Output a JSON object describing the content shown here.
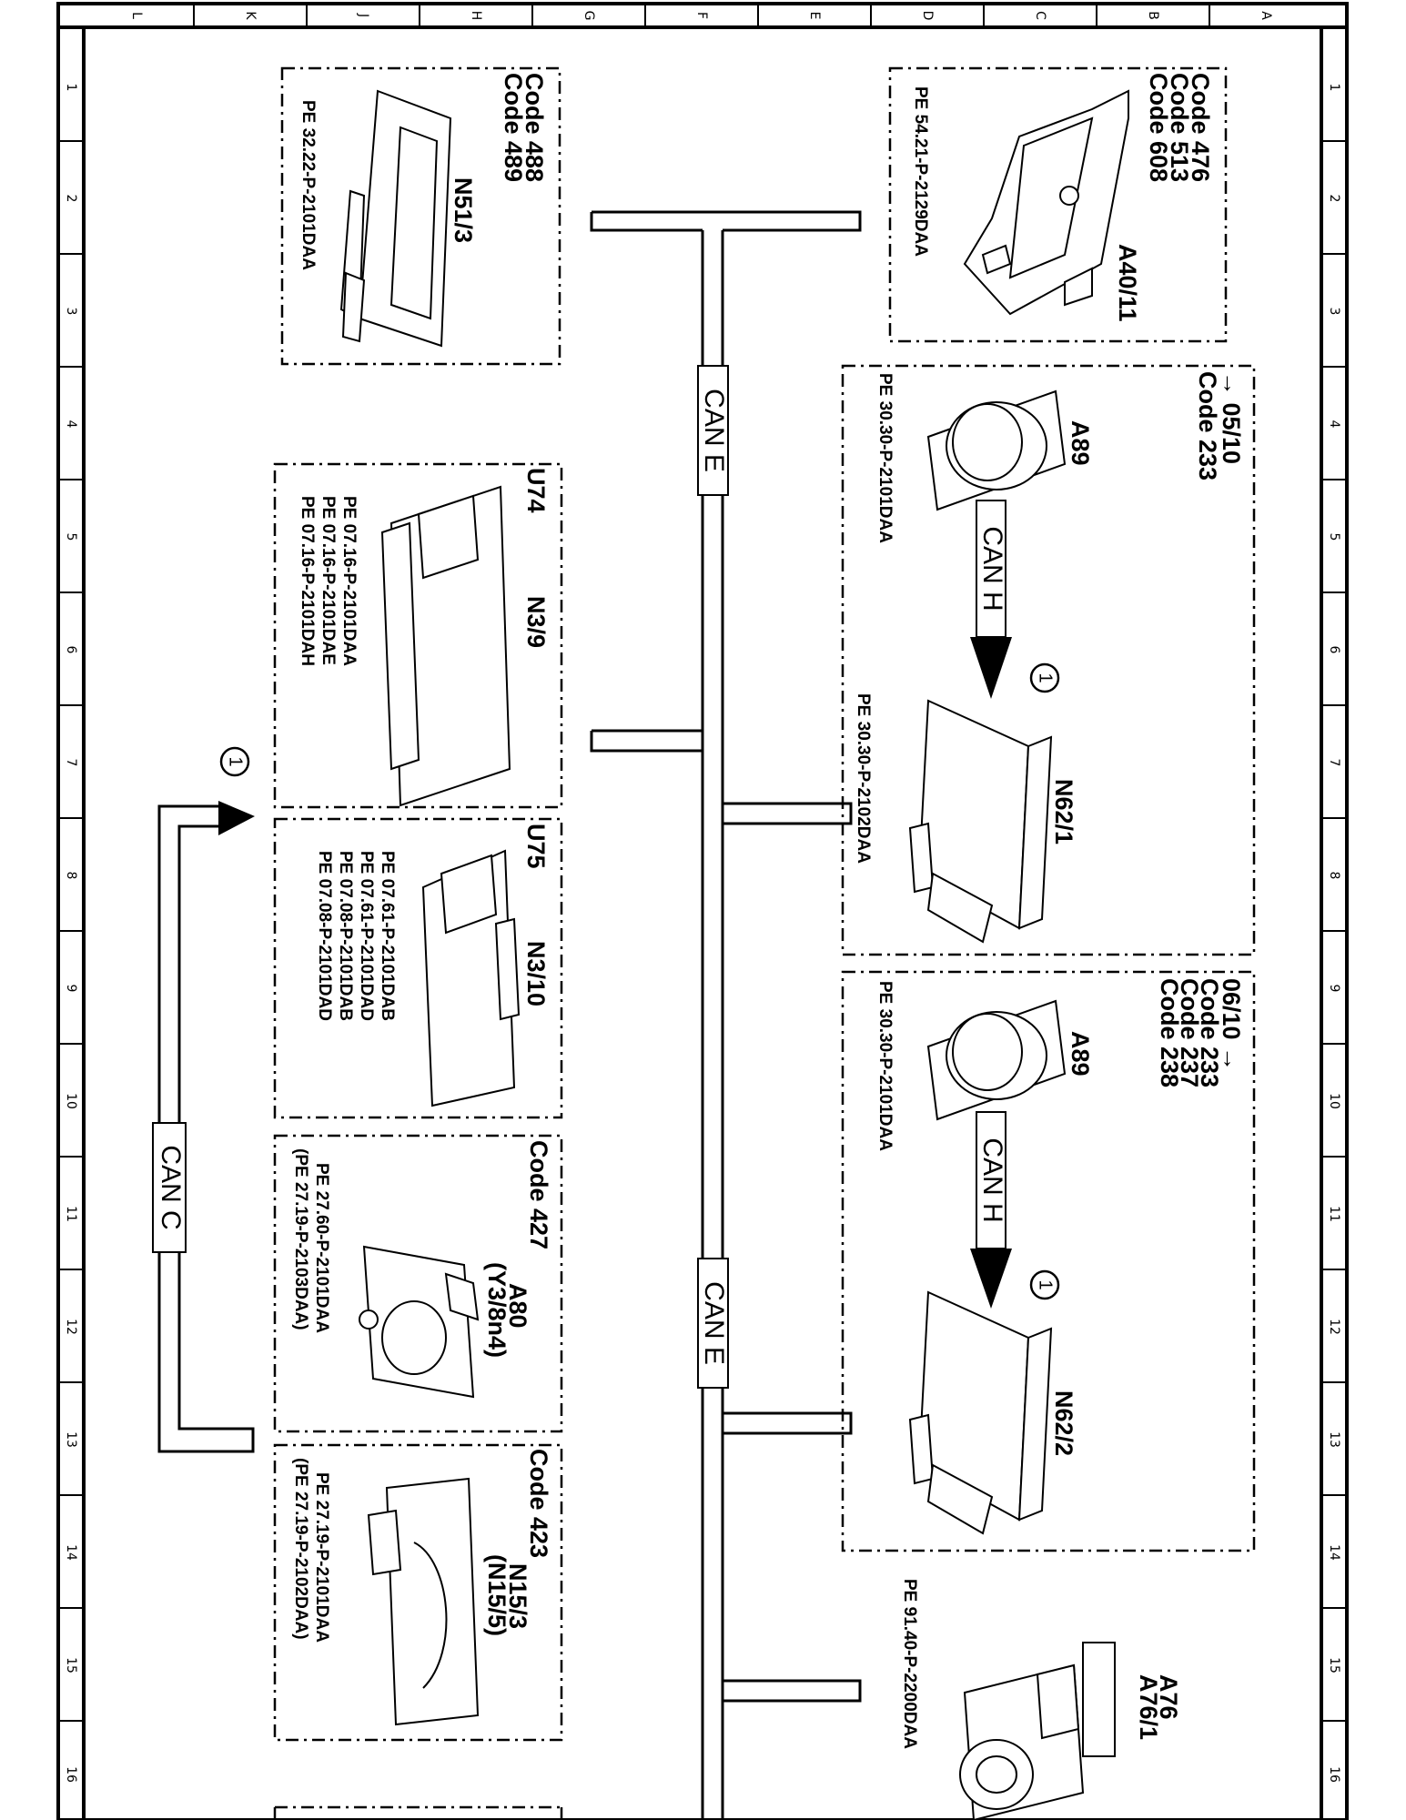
{
  "grid": {
    "letters": [
      "L",
      "K",
      "J",
      "H",
      "G",
      "F",
      "E",
      "D",
      "C",
      "B",
      "A"
    ],
    "numbers": [
      "1",
      "2",
      "3",
      "4",
      "5",
      "6",
      "7",
      "8",
      "9",
      "10",
      "11",
      "12",
      "13",
      "14",
      "15",
      "16"
    ]
  },
  "bus_labels": {
    "can_e_top": "CAN E",
    "can_e_mid": "CAN E",
    "can_c": "CAN C",
    "can_h_1": "CAN H",
    "can_h_2": "CAN H"
  },
  "callout": {
    "marker": "1"
  },
  "boxes": {
    "a40_11": {
      "codes": [
        "Code 476",
        "Code 513",
        "Code 608"
      ],
      "name": "A40/11",
      "pe": "PE 54.21-P-2129DAA"
    },
    "pre_05_10": {
      "header": "→ 05/10",
      "code": "Code 233",
      "a89_name": "A89",
      "a89_pe": "PE 30.30-P-2101DAA",
      "n62_name": "N62/1",
      "n62_pe": "PE 30.30-P-2102DAA"
    },
    "post_06_10": {
      "header": "06/10 →",
      "codes": [
        "Code 233",
        "Code 237",
        "Code 238"
      ],
      "a89_name": "A89",
      "a89_pe": "PE 30.30-P-2101DAA",
      "n62_name": "N62/2"
    },
    "a76": {
      "names": [
        "A76",
        "A76/1"
      ],
      "pe": "PE 91.40-P-2200DAA"
    },
    "n51_3": {
      "codes": [
        "Code 488",
        "Code 489"
      ],
      "name": "N51/3",
      "pe": "PE 32.22-P-2101DAA"
    },
    "u74": {
      "variant": "U74",
      "name": "N3/9",
      "pe": [
        "PE 07.16-P-2101DAA",
        "PE 07.16-P-2101DAE",
        "PE 07.16-P-2101DAH"
      ]
    },
    "u75": {
      "variant": "U75",
      "name": "N3/10",
      "pe": [
        "PE 07.61-P-2101DAB",
        "PE 07.61-P-2101DAD",
        "PE 07.08-P-2101DAB",
        "PE 07.08-P-2101DAD"
      ]
    },
    "a80": {
      "code": "Code 427",
      "name": "A80",
      "alt": "(Y3/8n4)",
      "pe": [
        "PE 27.60-P-2101DAA",
        "(PE 27.19-P-2103DAA)"
      ]
    },
    "n15_3": {
      "code": "Code 423",
      "name": "N15/3",
      "alt": "(N15/5)",
      "pe": [
        "PE 27.19-P-2101DAA",
        "(PE 27.19-P-2102DAA)"
      ]
    }
  }
}
